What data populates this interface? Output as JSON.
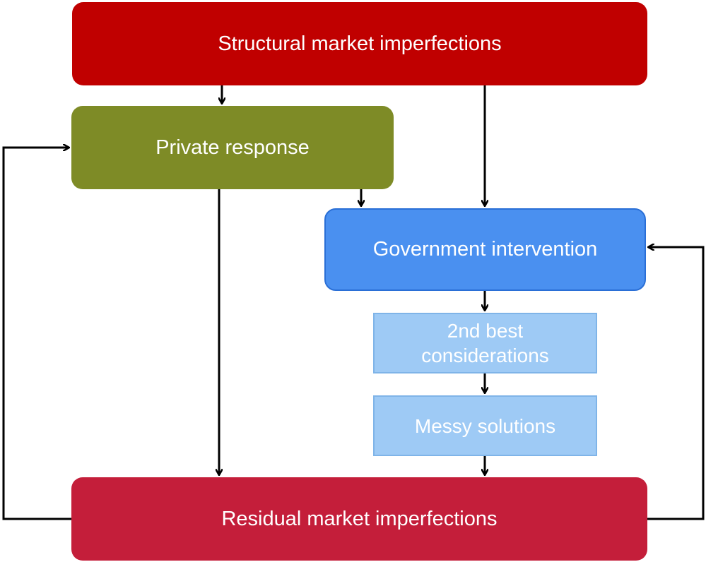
{
  "nodes": {
    "structural": {
      "label": "Structural market imperfections",
      "color": "#c00000"
    },
    "private": {
      "label": "Private response",
      "color": "#7e8b26"
    },
    "government": {
      "label": "Government intervention",
      "color": "#4a90f0"
    },
    "second_best": {
      "line1": "2nd best",
      "line2": "considerations",
      "color": "#9ecaf5"
    },
    "messy": {
      "label": "Messy solutions",
      "color": "#9ecaf5"
    },
    "residual": {
      "label": "Residual market imperfections",
      "color": "#c41e3a"
    }
  },
  "edges": [
    {
      "from": "structural",
      "to": "private"
    },
    {
      "from": "structural",
      "to": "government"
    },
    {
      "from": "private",
      "to": "government"
    },
    {
      "from": "private",
      "to": "residual"
    },
    {
      "from": "government",
      "to": "second_best"
    },
    {
      "from": "second_best",
      "to": "messy"
    },
    {
      "from": "messy",
      "to": "residual"
    },
    {
      "from": "residual",
      "to": "private",
      "note": "feedback loop (left)"
    },
    {
      "from": "residual",
      "to": "government",
      "note": "feedback loop (right)"
    }
  ]
}
